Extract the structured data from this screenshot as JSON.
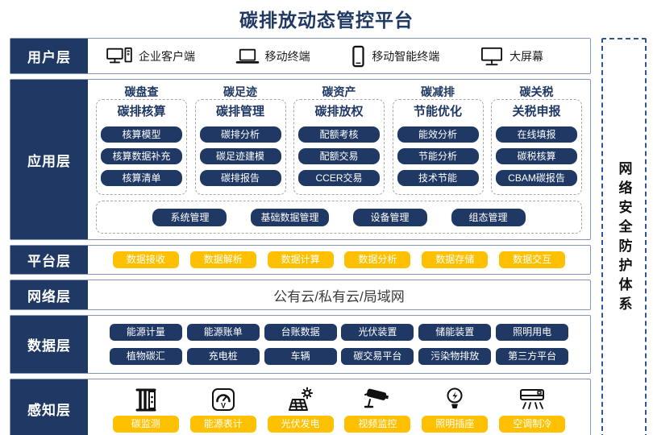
{
  "title": "碳排放动态管控平台",
  "security_sidebar": {
    "label": "网络安全防护体系"
  },
  "colors": {
    "navy": "#1F3864",
    "orange": "#FFC000",
    "box_border": "#8496B8",
    "dashed_gray": "#A6A6A6",
    "security_border": "#2F5597"
  },
  "layers": {
    "user": {
      "label": "用户层",
      "items": [
        {
          "icon": "desktop-icon",
          "label": "企业客户端"
        },
        {
          "icon": "laptop-icon",
          "label": "移动终端"
        },
        {
          "icon": "smartphone-icon",
          "label": "移动智能终端"
        },
        {
          "icon": "screen-icon",
          "label": "大屏幕"
        }
      ]
    },
    "app": {
      "label": "应用层",
      "columns": [
        {
          "category": "碳盘查",
          "module": "碳排核算",
          "items": [
            "核算模型",
            "核算数据补充",
            "核算清单"
          ]
        },
        {
          "category": "碳足迹",
          "module": "碳排管理",
          "items": [
            "碳排分析",
            "碳足迹建模",
            "碳排报告"
          ]
        },
        {
          "category": "碳资产",
          "module": "碳排放权",
          "items": [
            "配额考核",
            "配额交易",
            "CCER交易"
          ]
        },
        {
          "category": "碳减排",
          "module": "节能优化",
          "items": [
            "能效分析",
            "节能分析",
            "技术节能"
          ]
        },
        {
          "category": "碳关税",
          "module": "关税申报",
          "items": [
            "在线填报",
            "碳税核算",
            "CBAM碳报告"
          ]
        }
      ],
      "common": [
        "系统管理",
        "基础数据管理",
        "设备管理",
        "组态管理"
      ]
    },
    "platform": {
      "label": "平台层",
      "items": [
        "数据接收",
        "数据解析",
        "数据计算",
        "数据分析",
        "数据存储",
        "数据交互"
      ]
    },
    "network": {
      "label": "网络层",
      "text": "公有云/私有云/局域网"
    },
    "data": {
      "label": "数据层",
      "rows": [
        [
          "能源计量",
          "能源账单",
          "台账数据",
          "光伏装置",
          "储能装置",
          "照明用电"
        ],
        [
          "植物碳汇",
          "充电桩",
          "车辆",
          "碳交易平台",
          "污染物排放",
          "第三方平台"
        ]
      ]
    },
    "sensing": {
      "label": "感知层",
      "items": [
        {
          "icon": "carbon-monitor-icon",
          "label": "碳监测"
        },
        {
          "icon": "energy-meter-icon",
          "label": "能源表计"
        },
        {
          "icon": "solar-panel-icon",
          "label": "光伏发电"
        },
        {
          "icon": "cctv-camera-icon",
          "label": "视频监控"
        },
        {
          "icon": "lightbulb-icon",
          "label": "照明插座"
        },
        {
          "icon": "air-conditioner-icon",
          "label": "空调制冷"
        }
      ]
    }
  }
}
